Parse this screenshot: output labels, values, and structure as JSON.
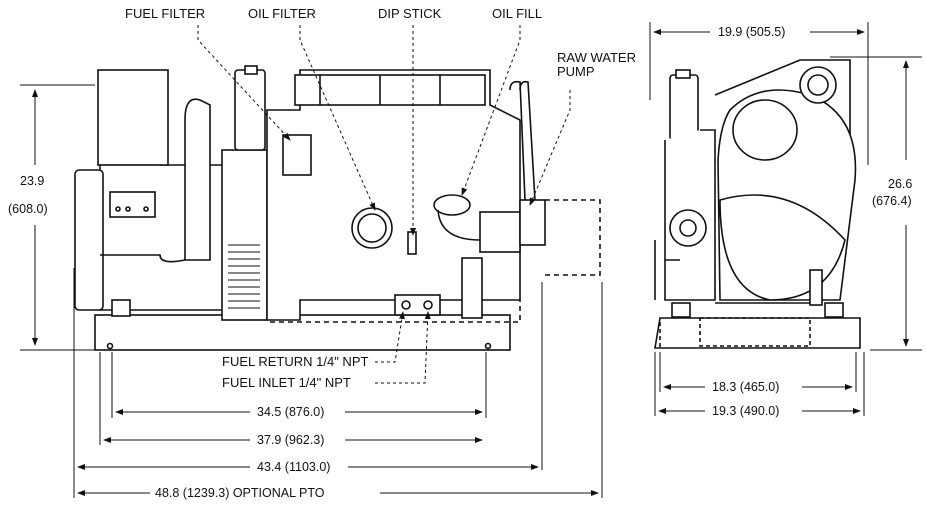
{
  "labels": {
    "fuel_filter": "FUEL FILTER",
    "oil_filter": "OIL FILTER",
    "dip_stick": "DIP STICK",
    "oil_fill": "OIL FILL",
    "raw_water_pump_1": "RAW WATER",
    "raw_water_pump_2": "PUMP",
    "fuel_return": "FUEL RETURN 1/4\" NPT",
    "fuel_inlet": "FUEL INLET 1/4\" NPT"
  },
  "dimensions": {
    "height_left_in": "23.9",
    "height_left_mm": "(608.0)",
    "height_right_in": "26.6",
    "height_right_mm": "(676.4)",
    "top_width": "19.9 (505.5)",
    "base_width_1": "18.3 (465.0)",
    "base_width_2": "19.3 (490.0)",
    "length_1": "34.5 (876.0)",
    "length_2": "37.9 (962.3)",
    "length_3": "43.4 (1103.0)",
    "length_4": "48.8 (1239.3) OPTIONAL PTO"
  },
  "colors": {
    "line": "#111111",
    "paper": "#ffffff"
  }
}
